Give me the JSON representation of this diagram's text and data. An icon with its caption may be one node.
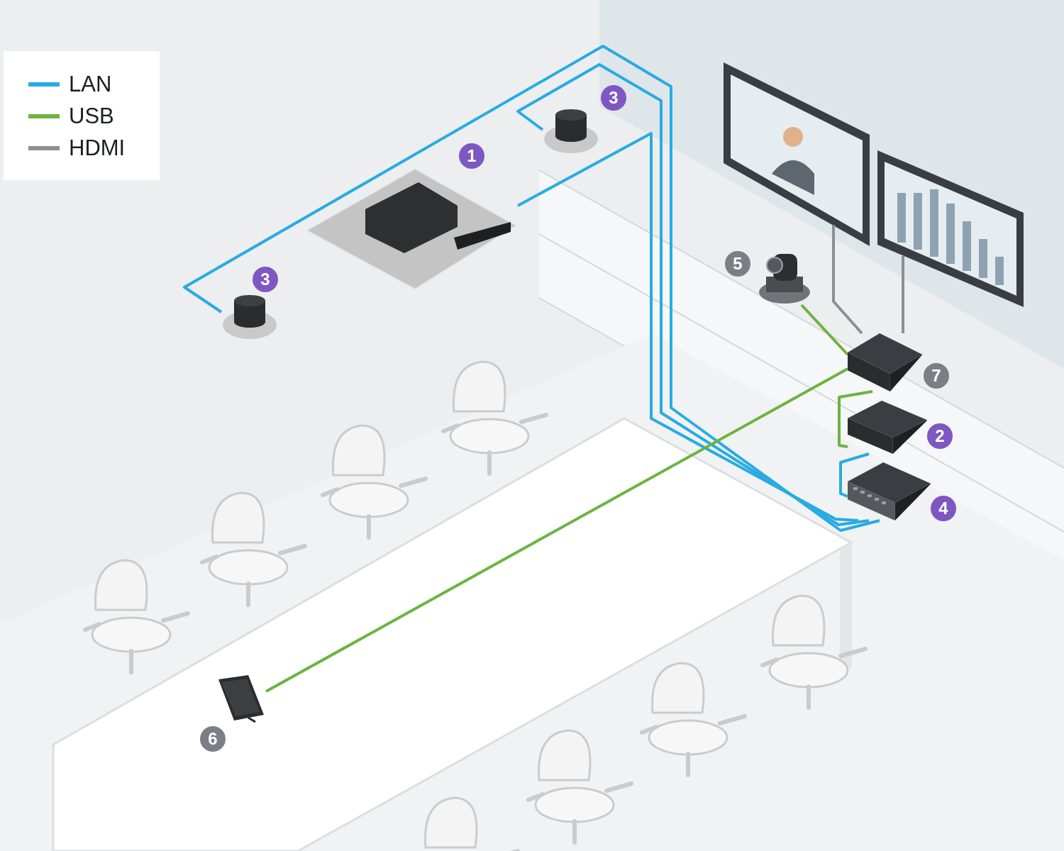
{
  "diagram": {
    "nodes": [
      {
        "text": [],
        "shape": "picture",
        "beside": [
          "1"
        ]
      },
      {
        "text": [],
        "shape": "picture",
        "beside": [
          "3"
        ]
      },
      {
        "text": [],
        "shape": "picture",
        "beside": [
          "3"
        ]
      },
      {
        "text": [],
        "shape": "picture"
      },
      {
        "text": [],
        "shape": "picture"
      },
      {
        "text": [],
        "shape": "picture",
        "beside": [
          "5"
        ]
      },
      {
        "text": [],
        "shape": "picture",
        "beside": [
          "7"
        ]
      },
      {
        "text": [],
        "shape": "picture",
        "beside": [
          "2"
        ]
      },
      {
        "text": [],
        "shape": "picture",
        "beside": [
          "4"
        ]
      },
      {
        "text": [],
        "shape": "picture",
        "beside": [
          "6"
        ]
      }
    ],
    "edges": [
      {
        "from": 2,
        "to": 8,
        "arrow": "none",
        "color": "#29abe2"
      },
      {
        "from": 1,
        "to": 8,
        "arrow": "none",
        "color": "#29abe2"
      },
      {
        "from": 0,
        "to": 8,
        "arrow": "none",
        "color": "#29abe2"
      },
      {
        "from": 7,
        "to": 8,
        "arrow": "none",
        "color": "#29abe2"
      },
      {
        "from": 5,
        "to": 6,
        "arrow": "none",
        "color": "#6db33f"
      },
      {
        "from": 9,
        "to": 6,
        "arrow": "none",
        "color": "#6db33f"
      },
      {
        "from": 6,
        "to": 7,
        "arrow": "none",
        "color": "#6db33f"
      },
      {
        "from": 3,
        "to": 6,
        "arrow": "none",
        "color": "#8a8f96"
      },
      {
        "from": 4,
        "to": 6,
        "arrow": "none",
        "color": "#8a8f96"
      }
    ],
    "legend": [
      {
        "text": "LAN",
        "color": "#29abe2"
      },
      {
        "text": "USB",
        "color": "#6db33f"
      },
      {
        "text": "HDMI",
        "color": "#8a8f96"
      }
    ]
  }
}
